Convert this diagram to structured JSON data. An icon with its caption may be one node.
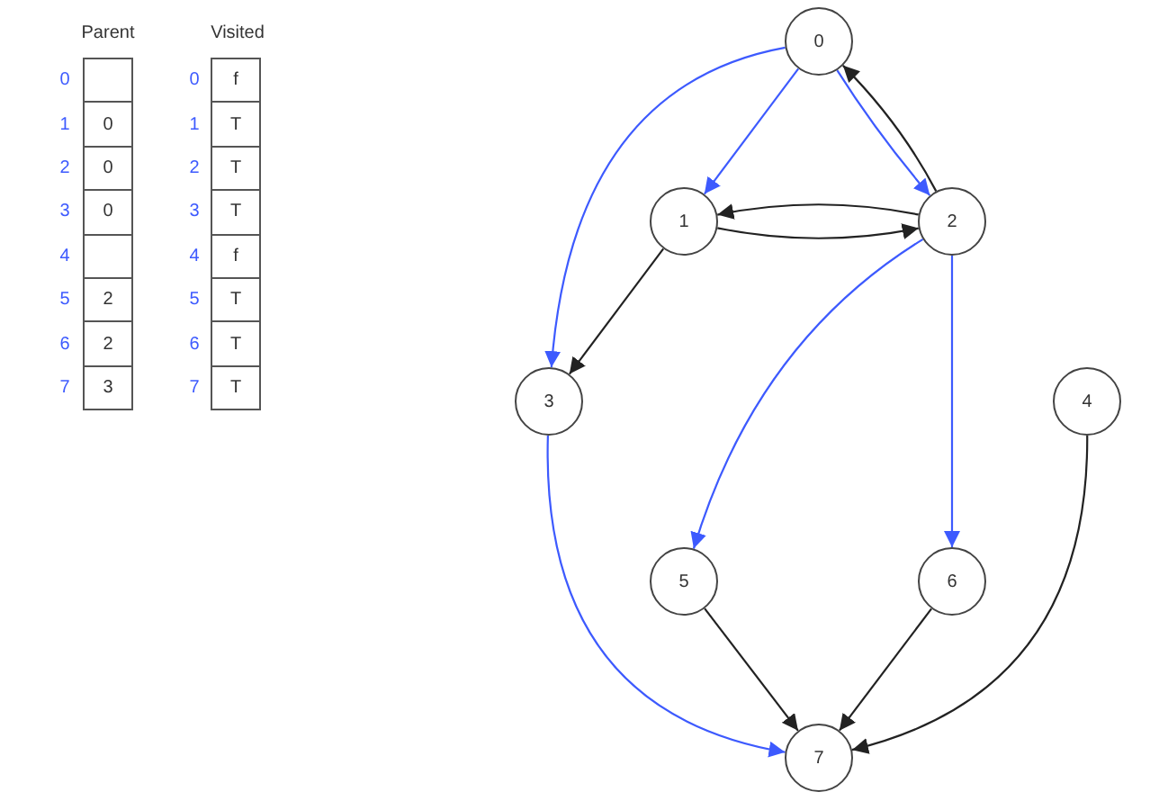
{
  "diagram": {
    "nodes": [
      {
        "text": [
          "0"
        ]
      },
      {
        "text": [
          "1"
        ]
      },
      {
        "text": [
          "2"
        ]
      },
      {
        "text": [
          "3"
        ]
      },
      {
        "text": [
          "4"
        ]
      },
      {
        "text": [
          "5"
        ]
      },
      {
        "text": [
          "6"
        ]
      },
      {
        "text": [
          "7"
        ]
      }
    ],
    "edges": [
      {
        "from": 0,
        "to": 1,
        "arrow": "to",
        "color": "#3d5afe"
      },
      {
        "from": 0,
        "to": 2,
        "arrow": "to",
        "color": "#3d5afe"
      },
      {
        "from": 2,
        "to": 0,
        "arrow": "to"
      },
      {
        "from": 1,
        "to": 2,
        "arrow": "to"
      },
      {
        "from": 2,
        "to": 1,
        "arrow": "to"
      },
      {
        "from": 0,
        "to": 3,
        "arrow": "to",
        "color": "#3d5afe"
      },
      {
        "from": 1,
        "to": 3,
        "arrow": "to"
      },
      {
        "from": 2,
        "to": 5,
        "arrow": "to",
        "color": "#3d5afe"
      },
      {
        "from": 2,
        "to": 6,
        "arrow": "to",
        "color": "#3d5afe"
      },
      {
        "from": 3,
        "to": 7,
        "arrow": "to",
        "color": "#3d5afe"
      },
      {
        "from": 5,
        "to": 7,
        "arrow": "to"
      },
      {
        "from": 6,
        "to": 7,
        "arrow": "to"
      },
      {
        "from": 4,
        "to": 7,
        "arrow": "to"
      }
    ],
    "labels": [
      "Parent",
      "Visited",
      "0",
      "0",
      "f",
      "1",
      "0",
      "1",
      "T",
      "2",
      "0",
      "2",
      "T",
      "3",
      "0",
      "3",
      "T",
      "4",
      "4",
      "f",
      "5",
      "2",
      "5",
      "T",
      "6",
      "2",
      "6",
      "T",
      "7",
      "3",
      "7",
      "T"
    ]
  }
}
